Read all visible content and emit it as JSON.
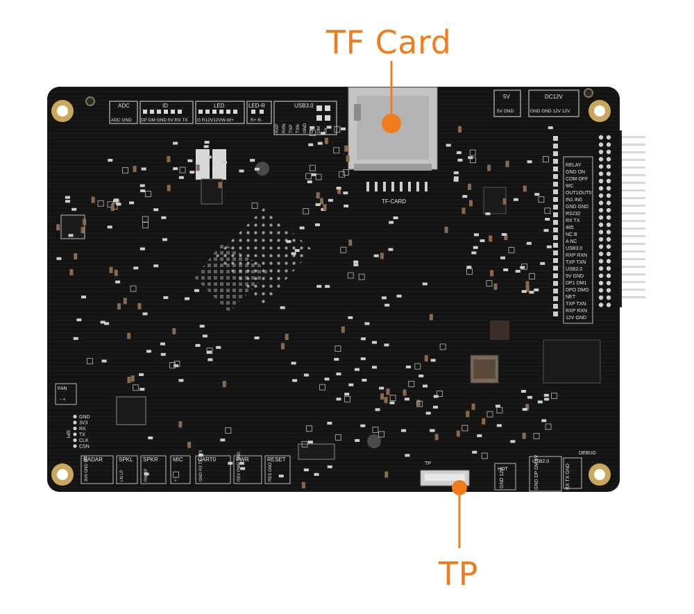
{
  "accent_color": "#f07c1c",
  "board_color": "#121212",
  "callouts": {
    "tf_card": "TF Card",
    "tp": "TP"
  },
  "silkscreen": {
    "adc_title": "ADC",
    "adc_pins": "ADC GND",
    "id_title": "ID",
    "id_pins": "DP DM GND 5V RX TX",
    "led_title": "LED",
    "led_pins": "G R12V12VW-W+",
    "ledr_title": "LED-R",
    "ledr_pins": "R+ R-",
    "usb30_title": "USB3.0",
    "usb30_pins": [
      "RXP",
      "RXN",
      "TXP",
      "TXN",
      "GND",
      "DP",
      "DM",
      "5V"
    ],
    "tf_card": "TF-CARD",
    "v5_title": "5V",
    "v5_pins": "5V GND",
    "dc12_title": "DC12V",
    "dc12_pins": "GND GND 12V 12V",
    "side_rows": [
      "RELAY",
      "GND ON",
      "COM OFF",
      "WC",
      "OUT1OUT0",
      "IN1 IN0",
      "GND GND",
      "RS232",
      "RX TX",
      "485",
      "NC B",
      "A NC",
      "USB3.0",
      "RXP RXN",
      "TXP TXN",
      "USB2.0",
      "5V GND",
      "DP1 DM1",
      "DPO DMO",
      "NET",
      "TXP TXN",
      "RXP RXN",
      "12V GND"
    ],
    "fan_title": "FAN",
    "fan_pins": "- +",
    "spi_title": "SPI",
    "spi_pins": [
      "GND",
      "3V3",
      "RX",
      "TX",
      "CLK",
      "CSN"
    ],
    "bottom_headers": [
      {
        "title": "RADAR",
        "pins": "3V0 GND INT"
      },
      {
        "title": "SPKL",
        "pins": "LN LP"
      },
      {
        "title": "SPKR",
        "pins": "RN RP"
      },
      {
        "title": "MIC",
        "pins": "+ -"
      },
      {
        "title": "UART0",
        "pins": "GND RX TX 3V3"
      },
      {
        "title": "PWR",
        "pins": "REV PWR GND"
      },
      {
        "title": "RESET",
        "pins": "RES GND"
      }
    ],
    "tp_label": "TP",
    "hot_title": "HOT",
    "hot_pins": "GND 12V",
    "usb20_title": "USB2.0",
    "usb20_pins": "GND DP DM 5V",
    "debug_title": "DEBUG",
    "debug_pins": "RX TX GND"
  }
}
